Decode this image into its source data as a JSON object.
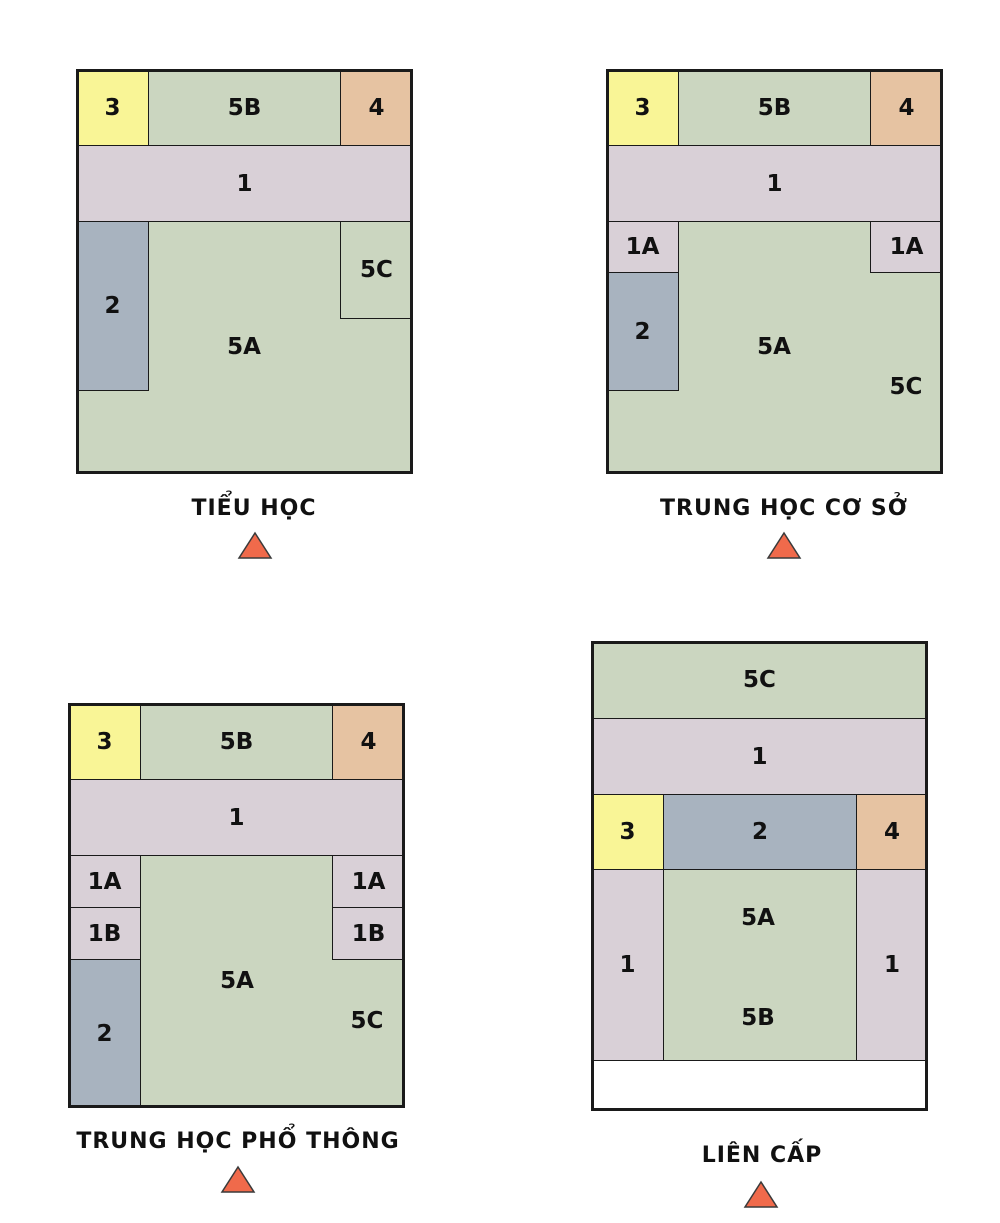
{
  "colors": {
    "zone_1": "#d9d0d7",
    "zone_2": "#a8b3bf",
    "zone_3": "#f9f596",
    "zone_4": "#e6c3a2",
    "zone_5": "#cbd6c0",
    "white": "#ffffff",
    "arrow_fill": "#f06a4b",
    "arrow_stroke": "#3a3a3a",
    "line": "#1a1a1a"
  },
  "icons": {
    "entrance": "north-arrow-triangle-icon"
  },
  "diagrams": {
    "tieu_hoc": {
      "caption": "TIỂU HỌC",
      "labels": {
        "z3": "3",
        "z5b": "5B",
        "z4": "4",
        "z1": "1",
        "z2": "2",
        "z5c": "5C",
        "z5a": "5A"
      }
    },
    "thcs": {
      "caption": "TRUNG HỌC CƠ SỞ",
      "labels": {
        "z3": "3",
        "z5b": "5B",
        "z4": "4",
        "z1": "1",
        "z1a_left": "1A",
        "z1a_right": "1A",
        "z2": "2",
        "z5a": "5A",
        "z5c": "5C"
      }
    },
    "thpt": {
      "caption": "TRUNG HỌC PHỔ THÔNG",
      "labels": {
        "z3": "3",
        "z5b": "5B",
        "z4": "4",
        "z1": "1",
        "z1a_left": "1A",
        "z1b_left": "1B",
        "z1a_right": "1A",
        "z1b_right": "1B",
        "z2": "2",
        "z5a": "5A",
        "z5c": "5C"
      }
    },
    "lien_cap": {
      "caption": "LIÊN CẤP",
      "labels": {
        "z5c": "5C",
        "z1_top": "1",
        "z3": "3",
        "z2": "2",
        "z4": "4",
        "z1_left": "1",
        "z1_right": "1",
        "z5a": "5A",
        "z5b": "5B"
      }
    }
  }
}
